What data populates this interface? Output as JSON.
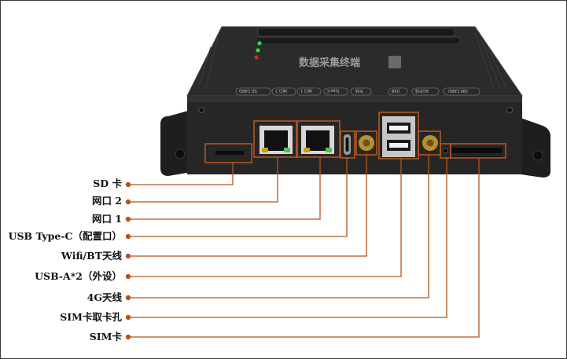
{
  "labels": {
    "sd": "SD 卡",
    "lan2": "网口 2",
    "lan1": "网口 1",
    "usbc": "USB Type-C（配置口）",
    "wifi": "Wifi/BT天线",
    "usba": "USB-A*2（外设）",
    "ant4g": "4G天线",
    "simhole": "SIM卡取卡孔",
    "sim": "SIM卡"
  },
  "device": {
    "title": "数据采集终端",
    "ports": [
      "SD CARD",
      "网口 2",
      "网口 1",
      "Type-C",
      "天线",
      "USB",
      "4G天线",
      "SIM CARD"
    ]
  },
  "colors": {
    "leader": "#b5551d",
    "body": "#262626",
    "led_green": "#38d838",
    "led_red": "#e82020"
  }
}
